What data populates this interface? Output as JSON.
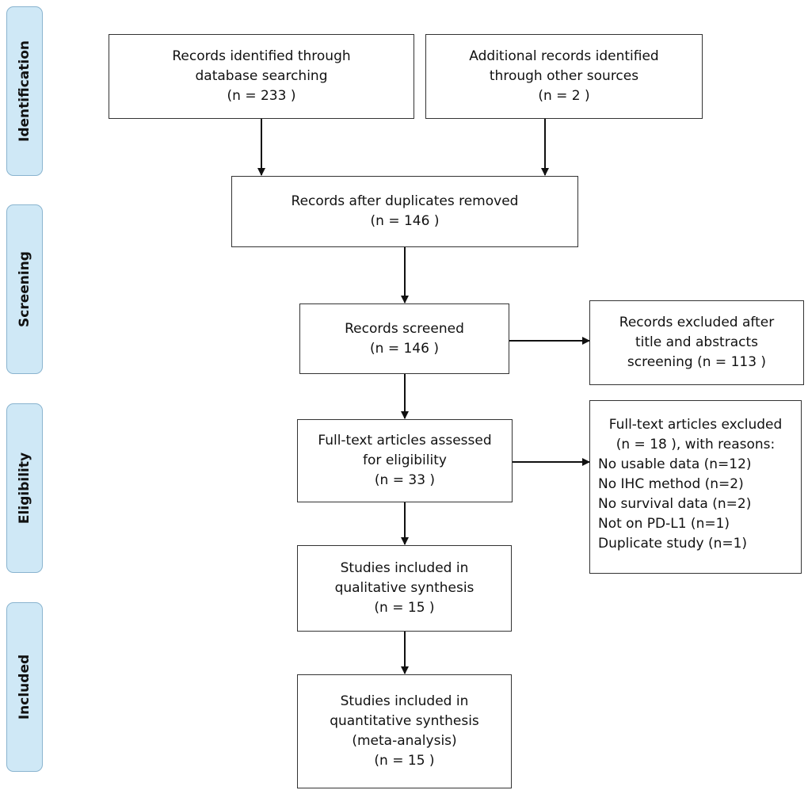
{
  "stages": {
    "identification": "Identification",
    "screening": "Screening",
    "eligibility": "Eligibility",
    "included": "Included"
  },
  "boxes": {
    "db_search": {
      "line1": "Records identified through",
      "line2": "database searching",
      "line3": "(n =  233 )"
    },
    "other_sources": {
      "line1": "Additional records identified",
      "line2": "through other sources",
      "line3": "(n = 2  )"
    },
    "duplicates_removed": {
      "line1": "Records after duplicates removed",
      "line2": "(n = 146  )"
    },
    "screened": {
      "line1": "Records screened",
      "line2": "(n = 146  )"
    },
    "excluded_screening": {
      "line1": "Records excluded after",
      "line2": "title and abstracts",
      "line3": "screening (n =  113 )"
    },
    "fulltext_assessed": {
      "line1": "Full-text articles assessed",
      "line2": "for eligibility",
      "line3": "(n = 33  )"
    },
    "fulltext_excluded": {
      "line1": "Full-text articles excluded",
      "line2": "(n =  18 ), with reasons:",
      "reasons": [
        "No usable data (n=12)",
        "No IHC method (n=2)",
        "No survival data (n=2)",
        "Not on PD-L1 (n=1)",
        "Duplicate study (n=1)"
      ]
    },
    "qualitative": {
      "line1": "Studies included in",
      "line2": "qualitative synthesis",
      "line3": "(n = 15  )"
    },
    "quantitative": {
      "line1": "Studies included in",
      "line2": "quantitative synthesis",
      "line3": "(meta-analysis)",
      "line4": "(n =  15 )"
    }
  }
}
